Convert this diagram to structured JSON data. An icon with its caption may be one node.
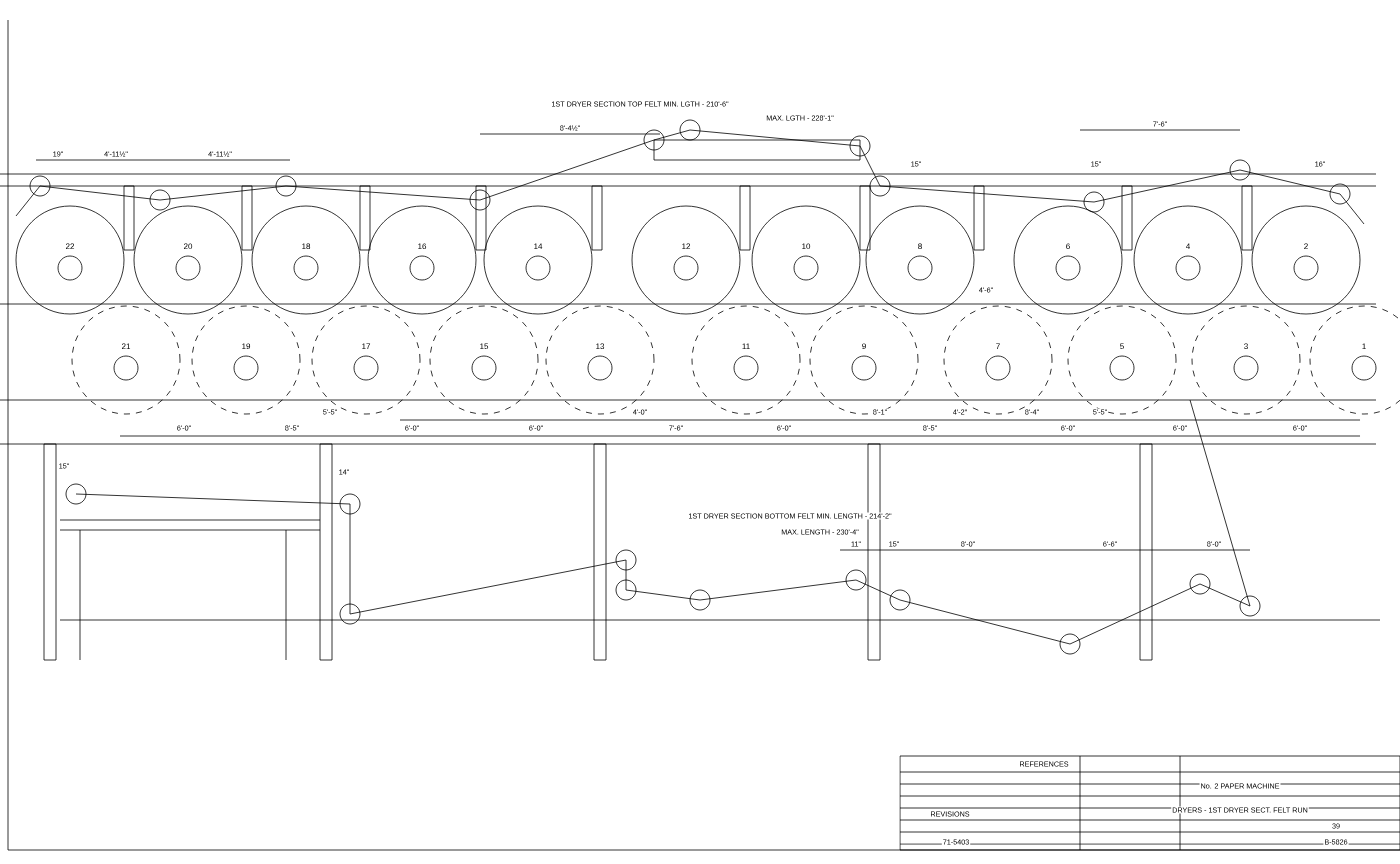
{
  "diagram": {
    "nodes": [
      {
        "text": [
          "22"
        ]
      },
      {
        "text": [
          "20"
        ]
      },
      {
        "text": [
          "18"
        ]
      },
      {
        "text": [
          "16"
        ]
      },
      {
        "text": [
          "14"
        ]
      },
      {
        "text": [
          "12"
        ]
      },
      {
        "text": [
          "10"
        ]
      },
      {
        "text": [
          "8"
        ]
      },
      {
        "text": [
          "6"
        ]
      },
      {
        "text": [
          "4"
        ]
      },
      {
        "text": [
          "2"
        ]
      },
      {
        "text": [
          "21"
        ]
      },
      {
        "text": [
          "19"
        ]
      },
      {
        "text": [
          "17"
        ]
      },
      {
        "text": [
          "15"
        ]
      },
      {
        "text": [
          "13"
        ]
      },
      {
        "text": [
          "11"
        ]
      },
      {
        "text": [
          "9"
        ]
      },
      {
        "text": [
          "7"
        ]
      },
      {
        "text": [
          "5"
        ]
      },
      {
        "text": [
          "3"
        ]
      },
      {
        "text": [
          "1"
        ]
      }
    ],
    "labels": [
      "1ST DRYER SECTION TOP FELT MIN. LGTH - 210'-6\"",
      "MAX. LGTH - 228'-1\"",
      "19\"",
      "4'-11½\"",
      "4'-11½\"",
      "8'-4½\"",
      "15\"",
      "15\"",
      "7'-6\"",
      "16\"",
      "5'-5\"",
      "4'-0\"",
      "8'-1\"",
      "4'-2\"",
      "8'-4\"",
      "5'-5\"",
      "6'-0\"",
      "8'-5\"",
      "6'-0\"",
      "6'-0\"",
      "7'-6\"",
      "6'-0\"",
      "8'-5\"",
      "6'-0\"",
      "6'-0\"",
      "6'-0\"",
      "4'-6\"",
      "15\"",
      "14\"",
      "1ST DRYER SECTION BOTTOM FELT MIN. LENGTH - 214'-2\"",
      "MAX. LENGTH - 230'-4\"",
      "11\"",
      "15\"",
      "8'-0\"",
      "6'-6\"",
      "8'-0\"",
      "REFERENCES",
      "REVISIONS",
      "No. 2 PAPER MACHINE",
      "DRYERS - 1ST DRYER SECT. FELT RUN",
      "39",
      "71-5403",
      "B-5826"
    ]
  }
}
